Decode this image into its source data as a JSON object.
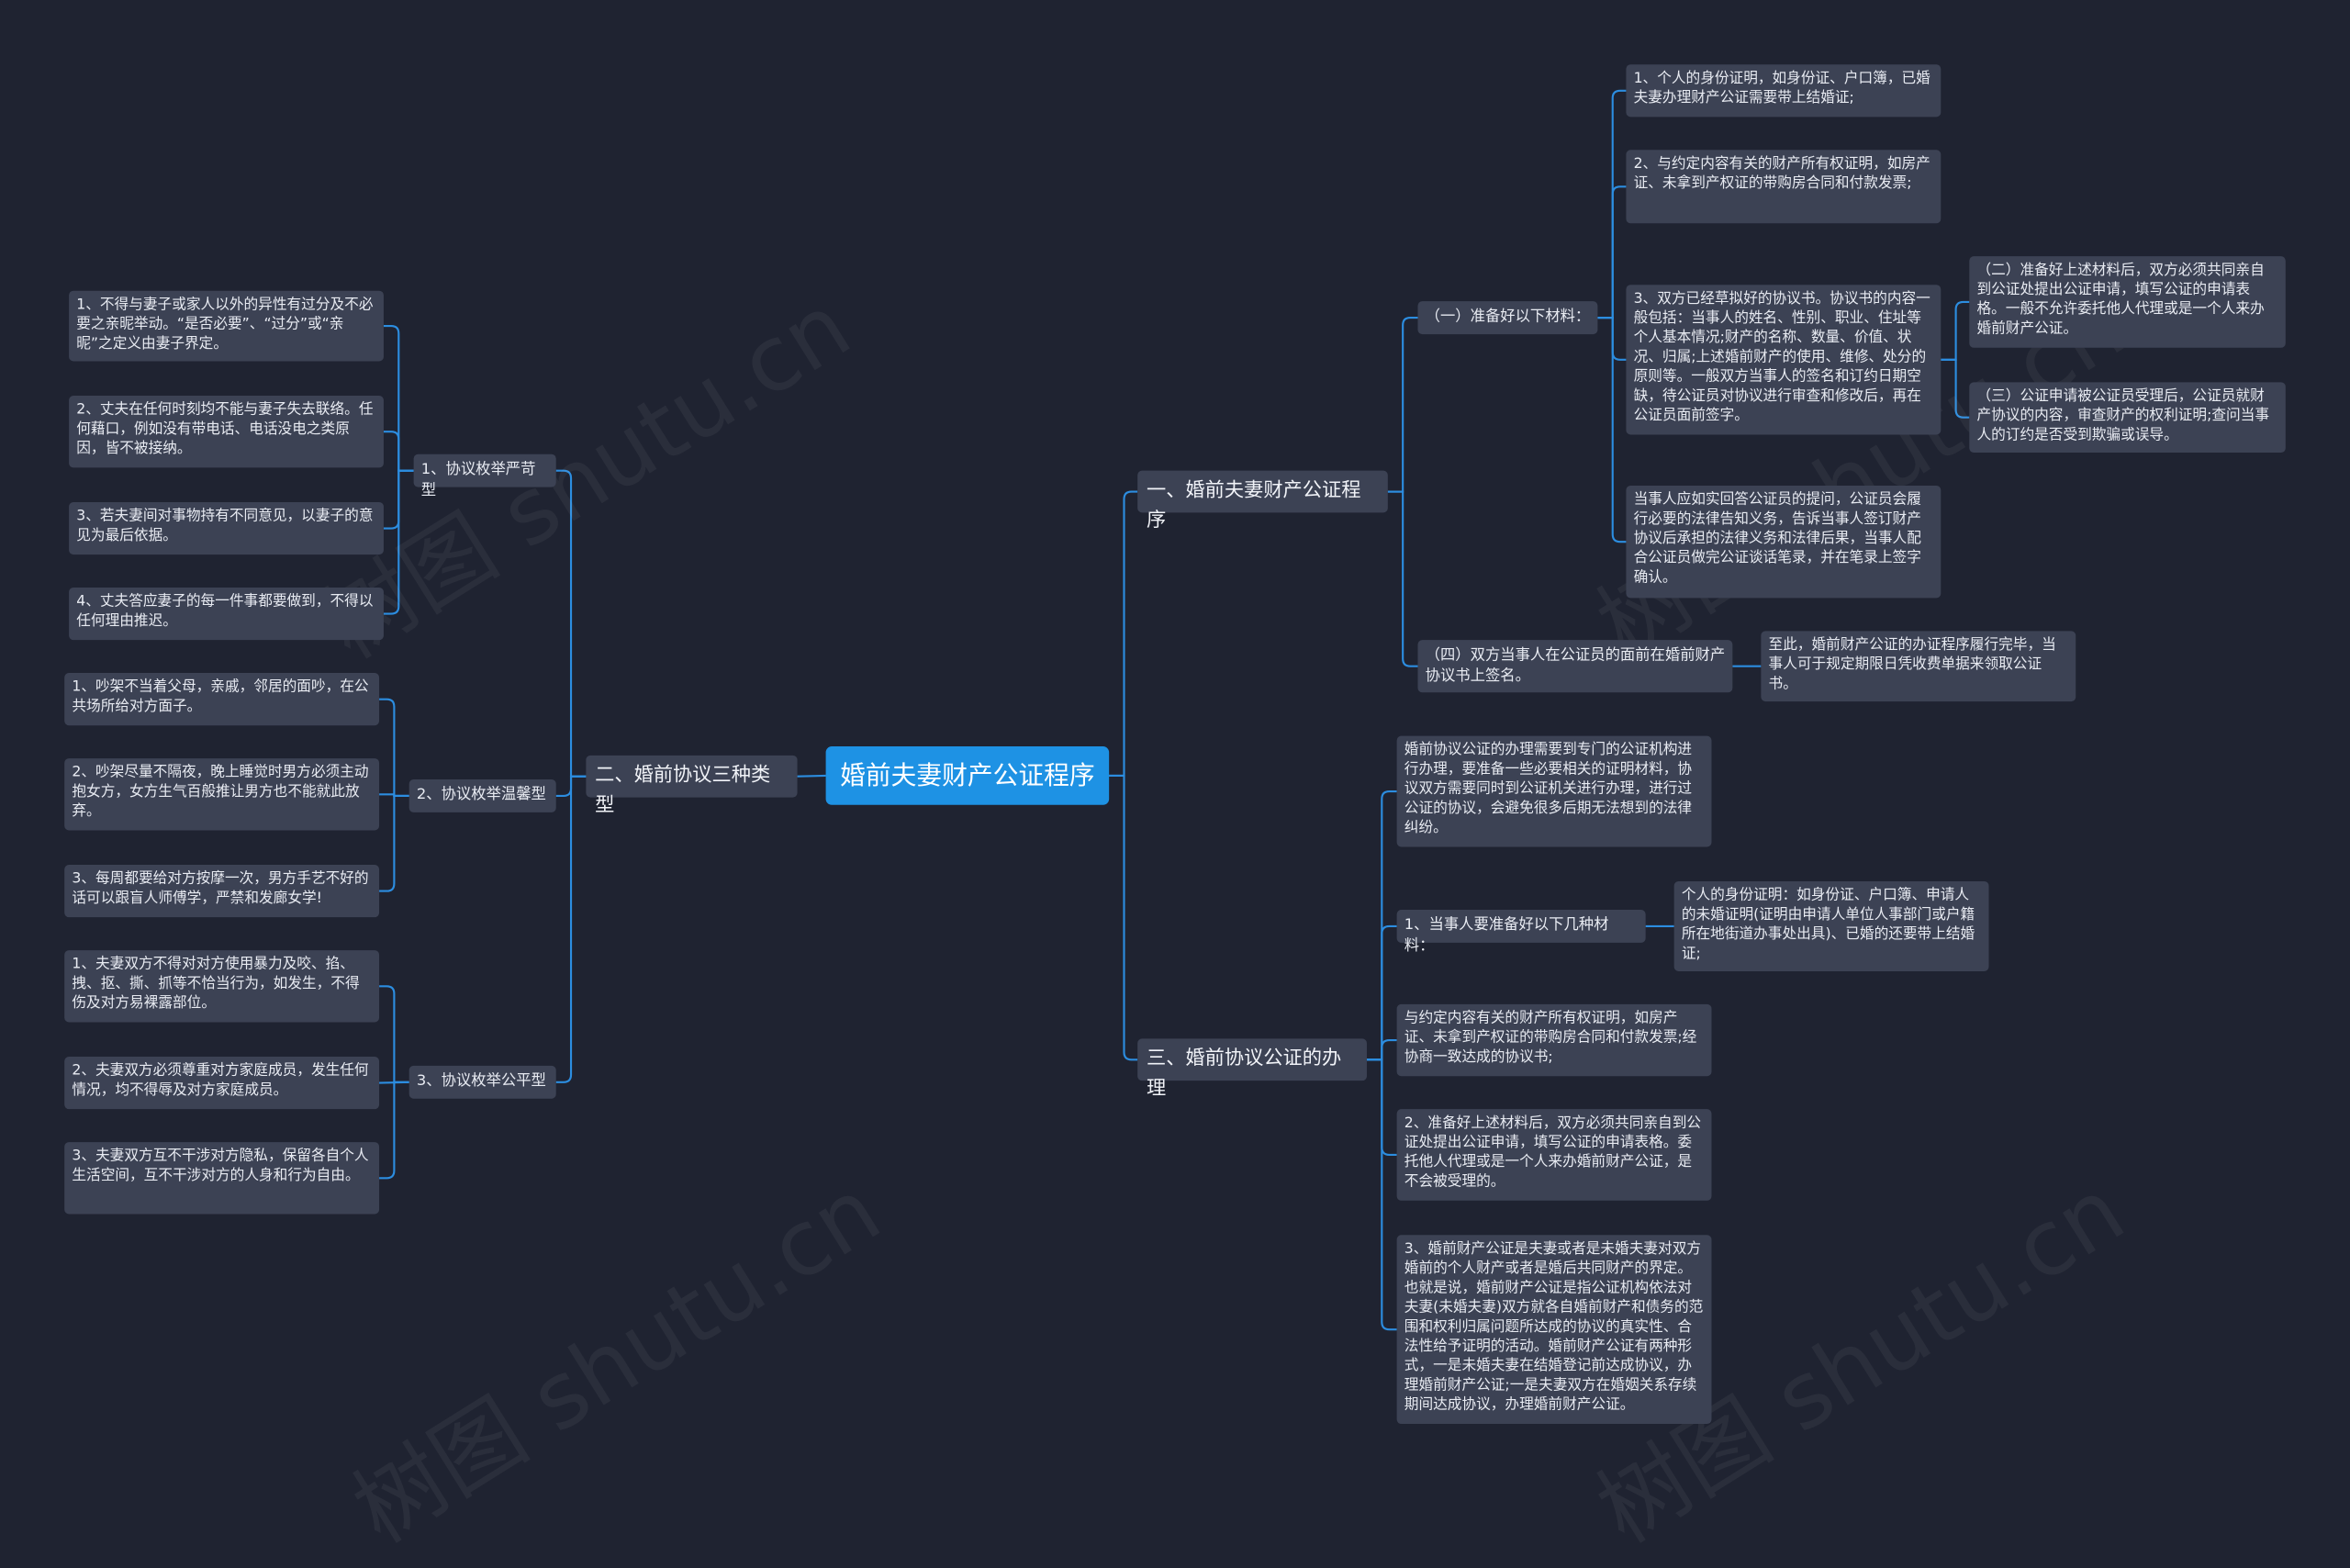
{
  "colors": {
    "background": "#1f2331",
    "node": "#3c4254",
    "root": "#1e92e4",
    "line": "#2c8de0"
  },
  "watermark": "树图 shutu.cn",
  "root": "婚前夫妻财产公证程序",
  "right": {
    "branch1": {
      "label": "一、婚前夫妻财产公证程序",
      "sub1": {
        "label": "（一）准备好以下材料：",
        "items": [
          "1、个人的身份证明，如身份证、户口簿，已婚夫妻办理财产公证需要带上结婚证;",
          "2、与约定内容有关的财产所有权证明，如房产证、未拿到产权证的带购房合同和付款发票;",
          "3、双方已经草拟好的协议书。协议书的内容一般包括：当事人的姓名、性别、职业、住址等个人基本情况;财产的名称、数量、价值、状况、归属;上述婚前财产的使用、维修、处分的原则等。一般双方当事人的签名和订约日期空缺，待公证员对协议进行审查和修改后，再在公证员面前签字。",
          "当事人应如实回答公证员的提问，公证员会履行必要的法律告知义务，告诉当事人签订财产协议后承担的法律义务和法律后果，当事人配合公证员做完公证谈话笔录，并在笔录上签字确认。"
        ],
        "item3_children": [
          "（二）准备好上述材料后，双方必须共同亲自到公证处提出公证申请，填写公证的申请表格。一般不允许委托他人代理或是一个人来办婚前财产公证。",
          "（三）公证申请被公证员受理后，公证员就财产协议的内容，审查财产的权利证明;查问当事人的订约是否受到欺骗或误导。"
        ]
      },
      "sub2": {
        "label": "（四）双方当事人在公证员的面前在婚前财产协议书上签名。",
        "child": "至此，婚前财产公证的办证程序履行完毕，当事人可于规定期限日凭收费单据来领取公证书。"
      }
    },
    "branch3": {
      "label": "三、婚前协议公证的办理",
      "items": [
        "婚前协议公证的办理需要到专门的公证机构进行办理，要准备一些必要相关的证明材料，协议双方需要同时到公证机关进行办理，进行过公证的协议，会避免很多后期无法想到的法律纠纷。",
        "1、当事人要准备好以下几种材料：",
        "与约定内容有关的财产所有权证明，如房产证、未拿到产权证的带购房合同和付款发票;经协商一致达成的协议书;",
        "2、准备好上述材料后，双方必须共同亲自到公证处提出公证申请，填写公证的申请表格。委托他人代理或是一个人来办婚前财产公证，是不会被受理的。",
        "3、婚前财产公证是夫妻或者是未婚夫妻对双方婚前的个人财产或者是婚后共同财产的界定。也就是说，婚前财产公证是指公证机构依法对夫妻(未婚夫妻)双方就各自婚前财产和债务的范围和权利归属问题所达成的协议的真实性、合法性给予证明的活动。婚前财产公证有两种形式，一是未婚夫妻在结婚登记前达成协议，办理婚前财产公证;一是夫妻双方在婚姻关系存续期间达成协议，办理婚前财产公证。"
      ],
      "item2_child": "个人的身份证明：如身份证、户口簿、申请人的未婚证明(证明由申请人单位人事部门或户籍所在地街道办事处出具)、已婚的还要带上结婚证;"
    }
  },
  "left": {
    "branch2": {
      "label": "二、婚前协议三种类型",
      "groups": [
        {
          "label": "1、协议枚举严苛型",
          "items": [
            "1、不得与妻子或家人以外的异性有过分及不必要之亲昵举动。“是否必要”、“过分”或“亲昵”之定义由妻子界定。",
            "2、丈夫在任何时刻均不能与妻子失去联络。任何藉口，例如没有带电话、电话没电之类原因，皆不被接纳。",
            "3、若夫妻间对事物持有不同意见，以妻子的意见为最后依据。",
            "4、丈夫答应妻子的每一件事都要做到，不得以任何理由推迟。"
          ]
        },
        {
          "label": "2、协议枚举温馨型",
          "items": [
            "1、吵架不当着父母，亲戚，邻居的面吵，在公共场所给对方面子。",
            "2、吵架尽量不隔夜，晚上睡觉时男方必须主动抱女方，女方生气百般推让男方也不能就此放弃。",
            "3、每周都要给对方按摩一次，男方手艺不好的话可以跟盲人师傅学，严禁和发廊女学!"
          ]
        },
        {
          "label": "3、协议枚举公平型",
          "items": [
            "1、夫妻双方不得对对方使用暴力及咬、掐、拽、抠、撕、抓等不恰当行为，如发生，不得伤及对方易裸露部位。",
            "2、夫妻双方必须尊重对方家庭成员，发生任何情况，均不得辱及对方家庭成员。",
            "3、夫妻双方互不干涉对方隐私，保留各自个人生活空间，互不干涉对方的人身和行为自由。"
          ]
        }
      ]
    }
  }
}
